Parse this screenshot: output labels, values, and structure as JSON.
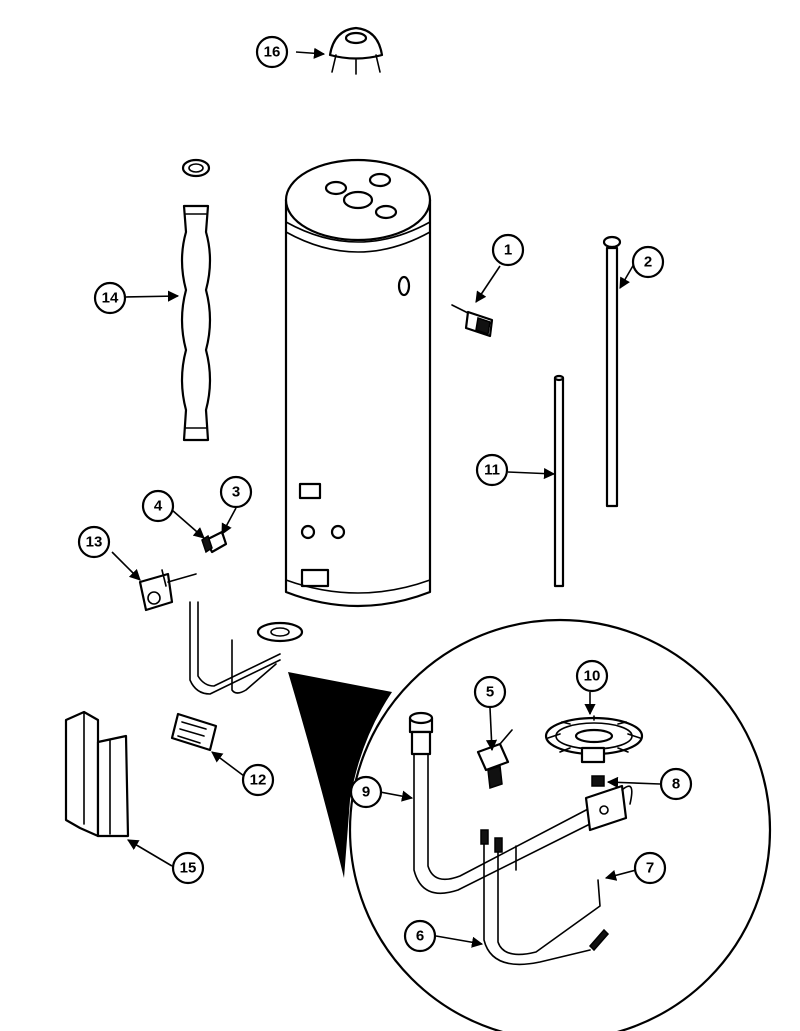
{
  "colors": {
    "line": "#000000",
    "paper": "#ffffff",
    "shadow": "#111111"
  },
  "callouts": [
    {
      "label": "1"
    },
    {
      "label": "2"
    },
    {
      "label": "3"
    },
    {
      "label": "4"
    },
    {
      "label": "5"
    },
    {
      "label": "6"
    },
    {
      "label": "7"
    },
    {
      "label": "8"
    },
    {
      "label": "9"
    },
    {
      "label": "10"
    },
    {
      "label": "11"
    },
    {
      "label": "12"
    },
    {
      "label": "13"
    },
    {
      "label": "14"
    },
    {
      "label": "15"
    },
    {
      "label": "16"
    }
  ]
}
